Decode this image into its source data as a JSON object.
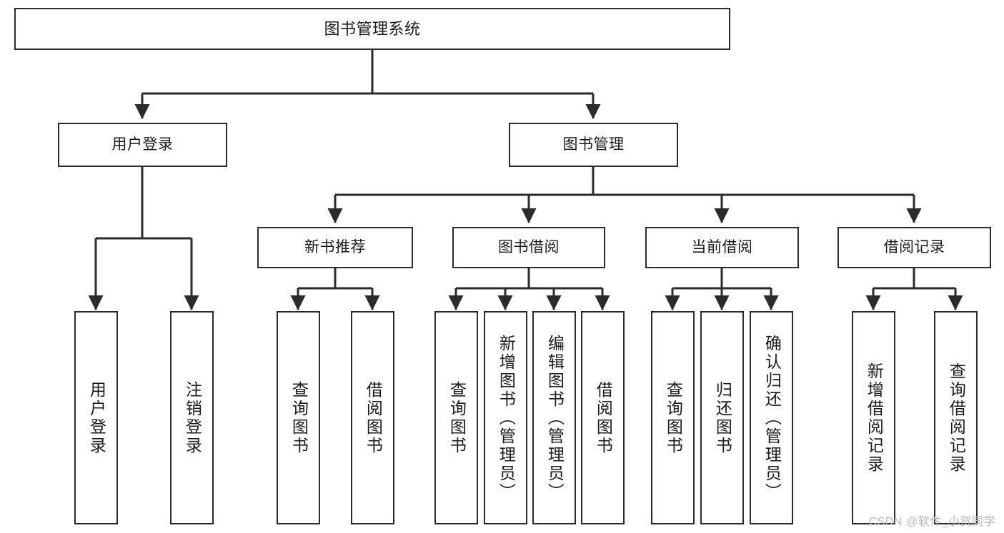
{
  "diagram": {
    "type": "hierarchy-tree",
    "title": "图书管理系统",
    "colors": {
      "stroke": "#2b2b2b",
      "fill": "#ffffff",
      "text": "#1b1b1b",
      "watermark": "#b9b9b9"
    },
    "root": {
      "label": "图书管理系统"
    },
    "level1": [
      {
        "label": "用户登录"
      },
      {
        "label": "图书管理"
      }
    ],
    "level2": [
      {
        "label": "新书推荐"
      },
      {
        "label": "图书借阅"
      },
      {
        "label": "当前借阅"
      },
      {
        "label": "借阅记录"
      }
    ],
    "leaves": {
      "user_login": [
        {
          "label": "用户登录"
        },
        {
          "label": "注销登录"
        }
      ],
      "new_book_recommend": [
        {
          "label": "查询图书"
        },
        {
          "label": "借阅图书"
        }
      ],
      "book_borrow": [
        {
          "label": "查询图书"
        },
        {
          "label": "新增图书（管理员）"
        },
        {
          "label": "编辑图书（管理员）"
        },
        {
          "label": "借阅图书"
        }
      ],
      "current_borrow": [
        {
          "label": "查询图书"
        },
        {
          "label": "归还图书"
        },
        {
          "label": "确认归还（管理员）"
        }
      ],
      "borrow_record": [
        {
          "label": "新增借阅记录"
        },
        {
          "label": "查询借阅记录"
        }
      ]
    },
    "watermark": "CSDN @软件_小贺同学"
  }
}
